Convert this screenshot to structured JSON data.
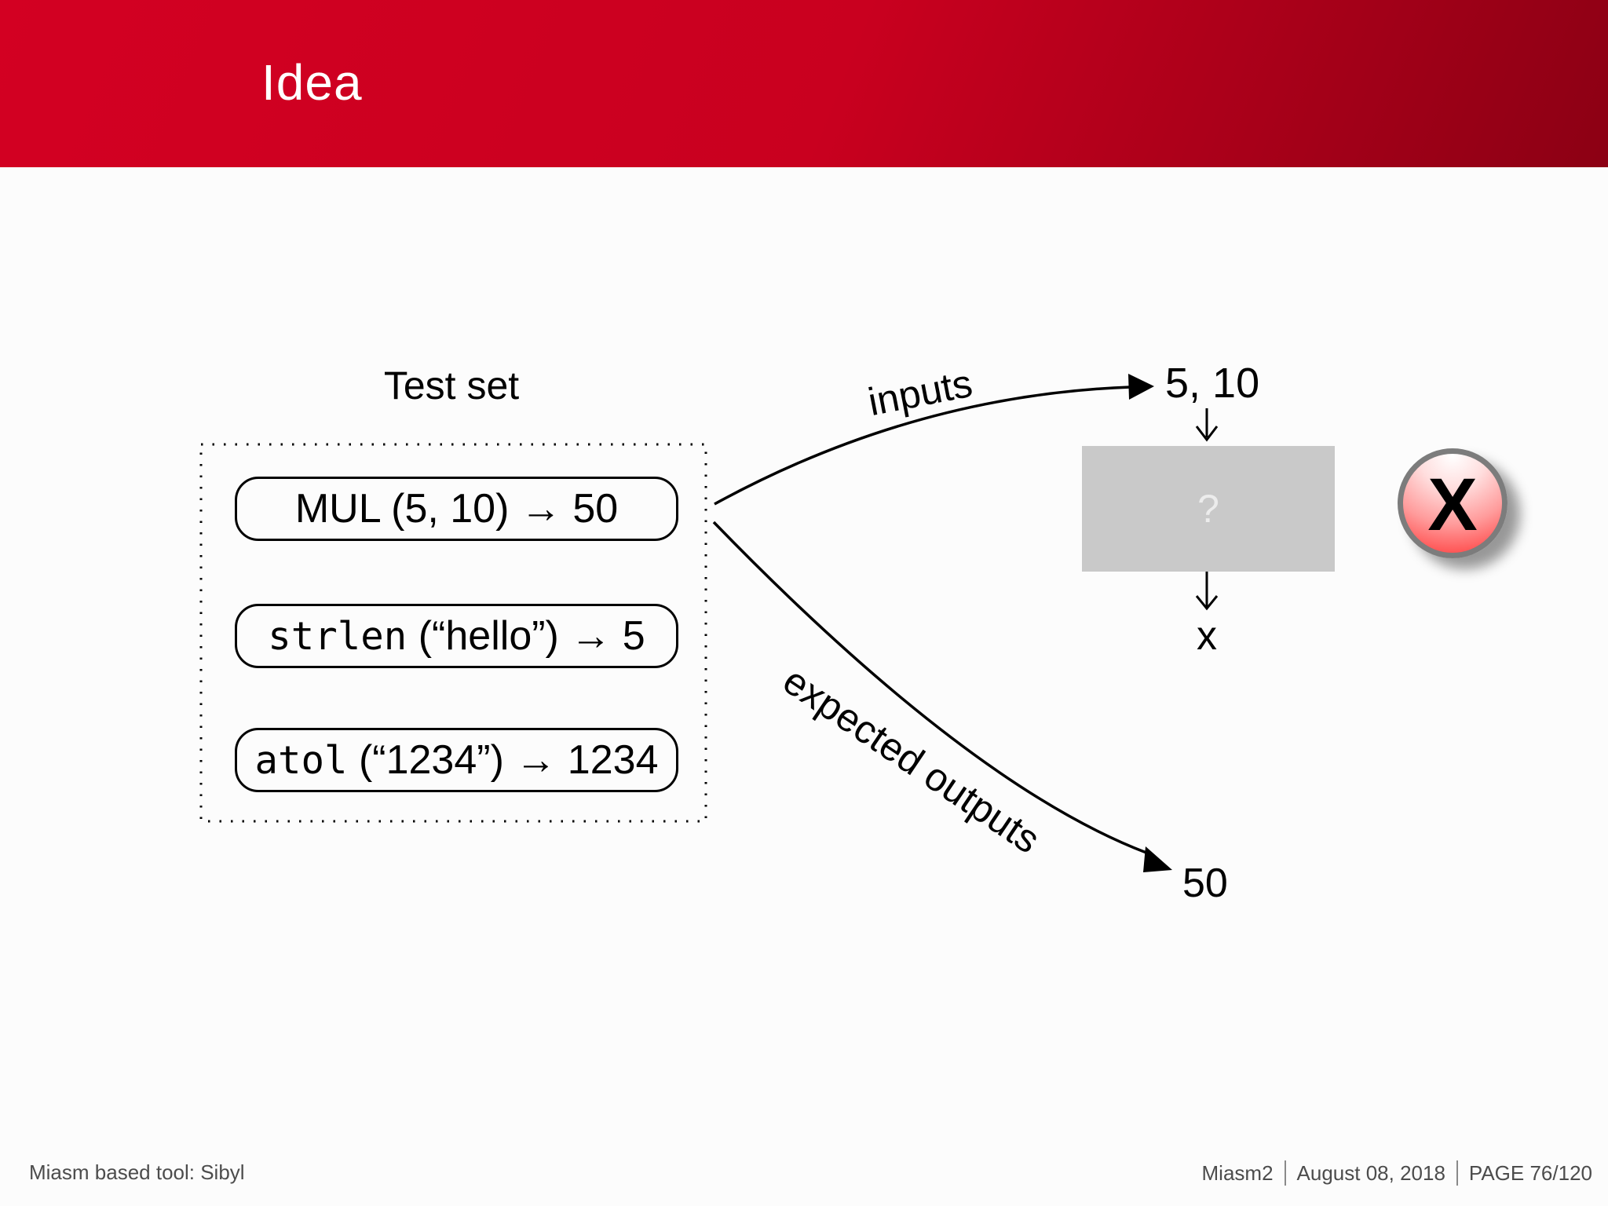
{
  "slide": {
    "title": "Idea"
  },
  "test_set": {
    "label": "Test set",
    "items": [
      {
        "mono": "",
        "sans": "MUL (5, 10) → 50"
      },
      {
        "mono": "strlen",
        "sans": " (“hello”) → 5"
      },
      {
        "mono": "atol",
        "sans": " (“1234”) → 1234"
      }
    ]
  },
  "flow": {
    "inputs_label": "inputs",
    "expected_label": "expected outputs",
    "input_values": "5, 10",
    "unknown_function": "?",
    "output_variable": "x",
    "expected_value": "50",
    "error_mark": "X"
  },
  "footer": {
    "left": "Miasm based tool: Sibyl",
    "items": [
      "Miasm2",
      "August 08, 2018",
      "PAGE 76/120"
    ]
  },
  "colors": {
    "header_red_left": "#d30022",
    "header_red_right": "#8c0014",
    "title_text": "#ffffff",
    "mystery_box_gray": "#c9c9c9",
    "mystery_mark_gray": "#ececec",
    "ball_red": "#ff2222",
    "ball_ring_gray": "#7c7c7c",
    "ball_mark": "#000000",
    "footer_text": "#4c4c4c",
    "line_black": "#000000"
  }
}
